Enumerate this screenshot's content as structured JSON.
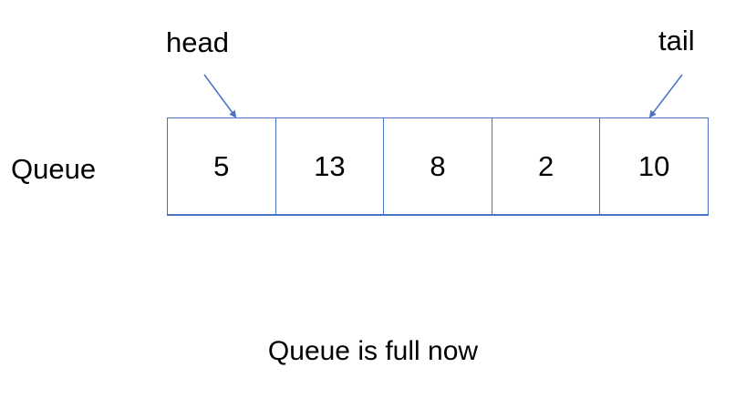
{
  "labels": {
    "head": "head",
    "tail": "tail",
    "queue": "Queue"
  },
  "queue_values": [
    "5",
    "13",
    "8",
    "2",
    "10"
  ],
  "caption": "Queue is full now",
  "colors": {
    "cell_border": "#4a72c4",
    "arrow": "#4a72c4",
    "text": "#000000"
  }
}
